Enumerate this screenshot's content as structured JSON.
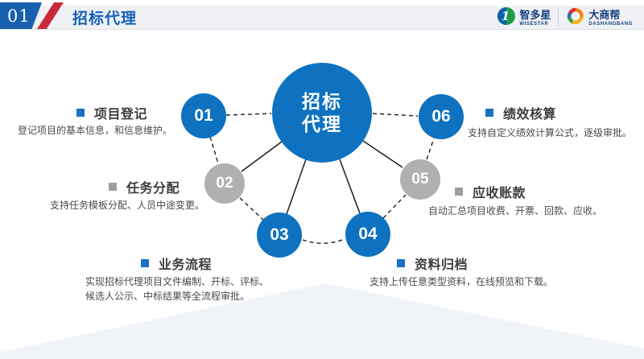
{
  "header": {
    "number": "01",
    "title": "招标代理",
    "logo1": {
      "name": "智多星",
      "sub": "WISESTAR"
    },
    "logo2": {
      "name": "大商帮",
      "sub": "DASHANGBANG"
    }
  },
  "center": {
    "line1": "招标",
    "line2": "代理"
  },
  "nodes": [
    {
      "num": "01",
      "tone": "blue",
      "label": "项目登记",
      "desc1": "登记项目的基本信息，和信息维护。"
    },
    {
      "num": "02",
      "tone": "gray",
      "label": "任务分配",
      "desc1": "支持任务模板分配、人员中途变更。"
    },
    {
      "num": "03",
      "tone": "blue",
      "label": "业务流程",
      "desc1": "实现招标代理项目文件编制、开标、评标、",
      "desc2": "候选人公示、中标结果等全流程审批。"
    },
    {
      "num": "04",
      "tone": "blue",
      "label": "资料归档",
      "desc1": "支持上传任意类型资料，在线预览和下载。"
    },
    {
      "num": "05",
      "tone": "gray",
      "label": "应收账款",
      "desc1": "自动汇总项目收费、开票、回款、应收。"
    },
    {
      "num": "06",
      "tone": "blue",
      "label": "绩效核算",
      "desc1": "支持自定义绩效计算公式，逐级审批。"
    }
  ],
  "colors": {
    "primary_blue": "#0e72c0",
    "node_gray": "#b0b0b0",
    "title_blue": "#1560b7",
    "badge_blue": "#1760b0",
    "stripe_red": "#c92a3b",
    "heading_text": "#3d3d3d",
    "desc_text": "#4a4a4a",
    "header_bar": "#eff1f5",
    "footer_shape": "#f0f4f9"
  }
}
